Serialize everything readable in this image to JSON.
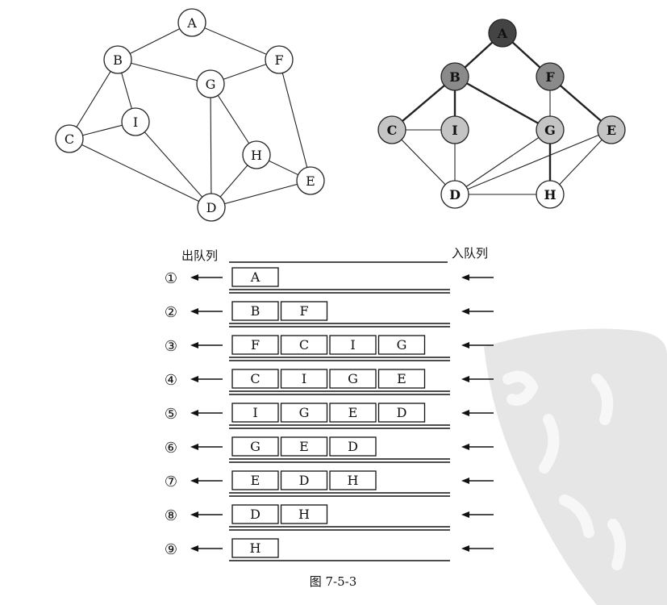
{
  "left_graph": {
    "nodes": [
      "A",
      "B",
      "F",
      "G",
      "I",
      "C",
      "H",
      "E",
      "D"
    ],
    "edges": [
      [
        "A",
        "B"
      ],
      [
        "A",
        "F"
      ],
      [
        "B",
        "G"
      ],
      [
        "B",
        "I"
      ],
      [
        "B",
        "C"
      ],
      [
        "F",
        "G"
      ],
      [
        "F",
        "E"
      ],
      [
        "I",
        "C"
      ],
      [
        "I",
        "D"
      ],
      [
        "C",
        "D"
      ],
      [
        "G",
        "H"
      ],
      [
        "G",
        "D"
      ],
      [
        "H",
        "E"
      ],
      [
        "H",
        "D"
      ],
      [
        "E",
        "D"
      ]
    ]
  },
  "right_graph": {
    "nodes": [
      {
        "id": "A",
        "fill": "#444444",
        "text": "#111111"
      },
      {
        "id": "B",
        "fill": "#8a8a8a",
        "text": "#111111"
      },
      {
        "id": "F",
        "fill": "#8a8a8a",
        "text": "#111111"
      },
      {
        "id": "C",
        "fill": "#c4c4c4",
        "text": "#111111"
      },
      {
        "id": "I",
        "fill": "#c4c4c4",
        "text": "#111111"
      },
      {
        "id": "G",
        "fill": "#c4c4c4",
        "text": "#111111"
      },
      {
        "id": "E",
        "fill": "#c4c4c4",
        "text": "#111111"
      },
      {
        "id": "D",
        "fill": "#ffffff",
        "text": "#111111"
      },
      {
        "id": "H",
        "fill": "#ffffff",
        "text": "#111111"
      }
    ],
    "edges": [
      {
        "from": "A",
        "to": "B",
        "bold": true
      },
      {
        "from": "A",
        "to": "F",
        "bold": true
      },
      {
        "from": "B",
        "to": "C",
        "bold": true
      },
      {
        "from": "B",
        "to": "I",
        "bold": true
      },
      {
        "from": "B",
        "to": "G",
        "bold": true
      },
      {
        "from": "F",
        "to": "G",
        "bold": false
      },
      {
        "from": "F",
        "to": "E",
        "bold": true
      },
      {
        "from": "C",
        "to": "I",
        "bold": false
      },
      {
        "from": "C",
        "to": "D",
        "bold": false
      },
      {
        "from": "I",
        "to": "D",
        "bold": false
      },
      {
        "from": "G",
        "to": "D",
        "bold": false
      },
      {
        "from": "G",
        "to": "H",
        "bold": true
      },
      {
        "from": "E",
        "to": "D",
        "bold": false
      },
      {
        "from": "E",
        "to": "H",
        "bold": false
      },
      {
        "from": "D",
        "to": "H",
        "bold": false
      }
    ]
  },
  "queue": {
    "dequeue_label": "出队列",
    "enqueue_label": "入队列",
    "steps": [
      {
        "num": "①",
        "items": [
          "A"
        ]
      },
      {
        "num": "②",
        "items": [
          "B",
          "F"
        ]
      },
      {
        "num": "③",
        "items": [
          "F",
          "C",
          "I",
          "G"
        ]
      },
      {
        "num": "④",
        "items": [
          "C",
          "I",
          "G",
          "E"
        ]
      },
      {
        "num": "⑤",
        "items": [
          "I",
          "G",
          "E",
          "D"
        ]
      },
      {
        "num": "⑥",
        "items": [
          "G",
          "E",
          "D"
        ]
      },
      {
        "num": "⑦",
        "items": [
          "E",
          "D",
          "H"
        ]
      },
      {
        "num": "⑧",
        "items": [
          "D",
          "H"
        ]
      },
      {
        "num": "⑨",
        "items": [
          "H"
        ]
      }
    ]
  },
  "caption": "图 7-5-3"
}
